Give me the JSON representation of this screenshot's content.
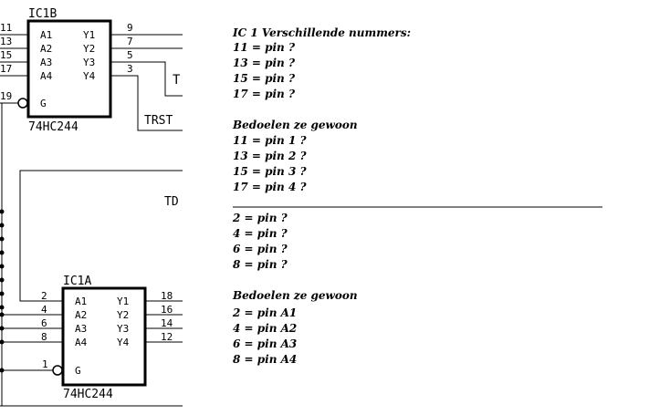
{
  "schematic": {
    "ic_top": {
      "name": "IC1B",
      "part": "74HC244",
      "inputs": [
        "A1",
        "A2",
        "A3",
        "A4"
      ],
      "outputs": [
        "Y1",
        "Y2",
        "Y3",
        "Y4"
      ],
      "enable": "G",
      "input_pins": [
        "11",
        "13",
        "15",
        "17"
      ],
      "output_pins": [
        "9",
        "7",
        "5",
        "3"
      ],
      "enable_pin": "19"
    },
    "ic_bottom": {
      "name": "IC1A",
      "part": "74HC244",
      "inputs": [
        "A1",
        "A2",
        "A3",
        "A4"
      ],
      "outputs": [
        "Y1",
        "Y2",
        "Y3",
        "Y4"
      ],
      "enable": "G",
      "input_pins": [
        "2",
        "4",
        "6",
        "8"
      ],
      "output_pins": [
        "18",
        "16",
        "14",
        "12"
      ],
      "enable_pin": "1"
    },
    "net_labels": {
      "t": "T",
      "trst": "TRST",
      "td": "TD"
    }
  },
  "notes": {
    "heading": "IC 1 Verschillende nummers:",
    "block1": [
      "11 = pin ?",
      "13 = pin ?",
      "15 = pin ?",
      "17 = pin ?"
    ],
    "subheading1": "Bedoelen ze gewoon",
    "block2": [
      "11 = pin 1 ?",
      "13 = pin 2 ?",
      "15 = pin 3 ?",
      "17 = pin 4 ?"
    ],
    "block3": [
      "2 = pin ?",
      "4 = pin ?",
      "6 = pin ?",
      "8 = pin ?"
    ],
    "subheading2": "Bedoelen ze gewoon",
    "block4": [
      "2 = pin A1",
      "4 = pin A2",
      "6 = pin A3",
      "8 = pin A4"
    ]
  },
  "colors": {
    "ink": "#000000",
    "background": "#ffffff"
  }
}
